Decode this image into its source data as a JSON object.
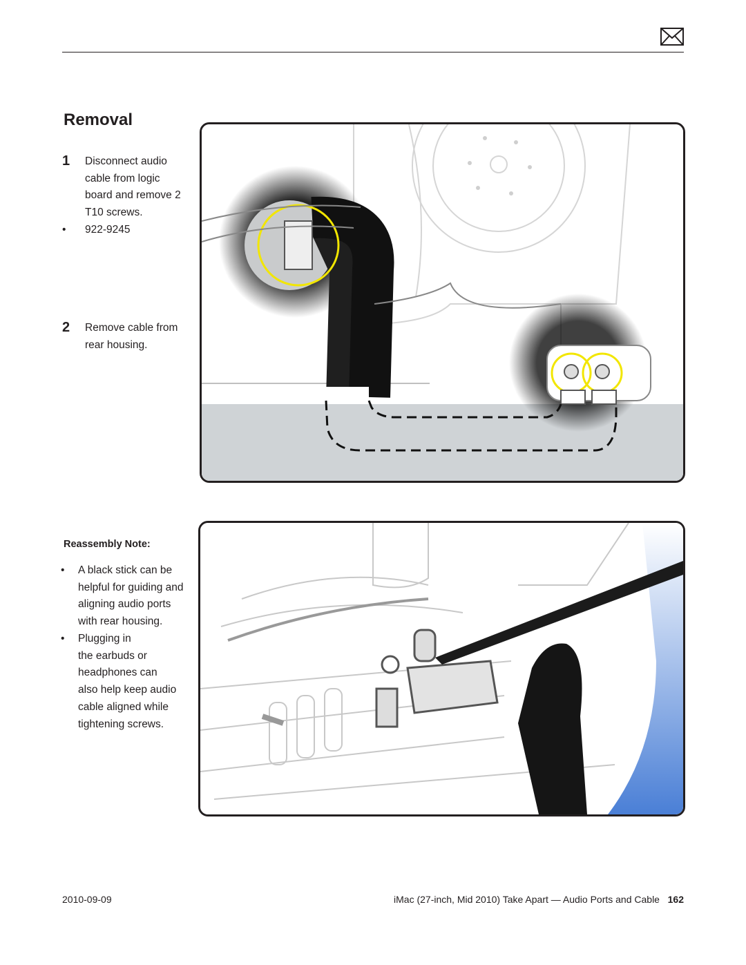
{
  "header": {
    "mail_icon": "envelope-icon"
  },
  "section": {
    "title": "Removal"
  },
  "steps": [
    {
      "num": "1",
      "lines": [
        "Disconnect audio",
        "cable from logic",
        "board and remove 2",
        "T10 screws."
      ],
      "bullet": "922-9245"
    },
    {
      "num": "2",
      "lines": [
        "Remove cable from",
        "rear housing."
      ]
    }
  ],
  "reassembly": {
    "heading": "Reassembly Note:",
    "bullets": [
      {
        "lines": [
          "A black stick can be",
          "helpful for guiding and",
          "aligning audio ports",
          "with rear housing."
        ]
      },
      {
        "lines": [
          "Plugging in",
          "the earbuds or",
          "headphones can",
          "also help keep audio",
          "cable aligned while",
          "tightening screws."
        ]
      }
    ]
  },
  "footer": {
    "date": "2010-09-09",
    "doc": "iMac (27-inch, Mid 2010) Take Apart — Audio Ports and Cable",
    "page": "162"
  },
  "colors": {
    "highlight": "#f2e600",
    "accent": "#4a7fd6",
    "ink": "#231f20"
  }
}
